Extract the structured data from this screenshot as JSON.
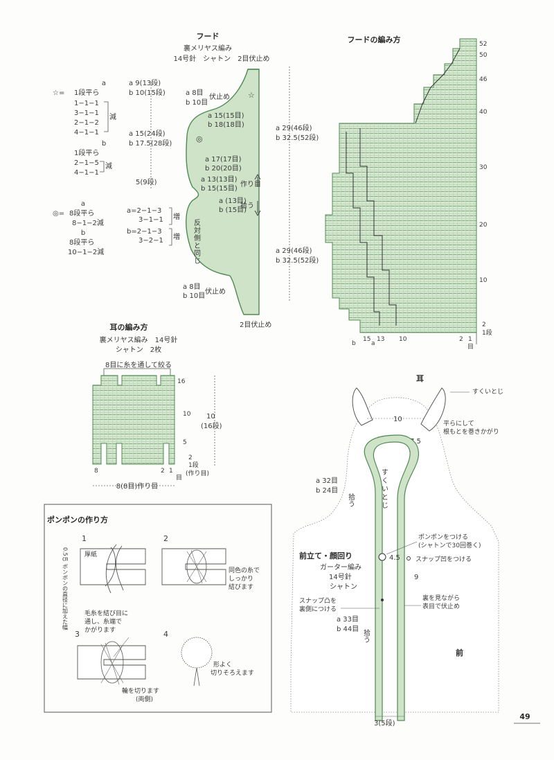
{
  "colors": {
    "green_fill": "#cfe3c9",
    "green_stroke": "#4e8a52",
    "grid_line": "#6e9e6e",
    "text": "#3a3a3a"
  },
  "hood": {
    "title": "フード",
    "spec1": "裏メリヤス編み",
    "spec2": "14号針　シャトン　2目伏止め",
    "star_legend": {
      "mark": "☆=",
      "a_label": "a",
      "a_rows": [
        "1段平ら",
        "1−1−1",
        "3−1−1",
        "2−1−2",
        "4−1−1"
      ],
      "a_dec": "減",
      "b_label": "b",
      "b_rows": [
        "1段平ら",
        "2−1−5",
        "4−1−1"
      ],
      "b_dec": "減"
    },
    "circle_legend": {
      "mark": "◎=",
      "a_label": "a",
      "a_rows": [
        "8段平ら",
        "8−1−2減"
      ],
      "b_label": "b",
      "b_rows": [
        "8段平ら",
        "10−1−2減"
      ]
    },
    "labels": {
      "top_a": "a 9(13段)",
      "top_b": "b 10(15段)",
      "bo_a": "a 8目",
      "bo_b": "b 10目",
      "bo": "伏止め",
      "mid_a": "a 15(24段)",
      "mid_b": "b 17.5(28段)",
      "s15a": "a 15(15目)",
      "s15b": "b 18(18目)",
      "s17a": "a 17(17目)",
      "s17b": "b 20(20目)",
      "five": "5(9段)",
      "s13a": "a 13(13目)",
      "s13b": "b 15(15目)",
      "tsukuri": "作り目",
      "p13a": "a (13目)",
      "p13b": "b (15目)",
      "hirou": "拾う",
      "inc_a1": "a=2−1−3",
      "inc_a2": "3−1−1",
      "inc_b1": "b=2−1−3",
      "inc_b2": "3−2−1",
      "inc": "増",
      "hantai": "反対側と同じ",
      "bot_a": "a 8目",
      "bot_b": "b 10目",
      "bot_bo": "伏止め",
      "bottom": "2目伏止め",
      "right_top_a": "a 29(46段)",
      "right_top_b": "b 32.5(52段)",
      "right_bot_a": "a 29(46段)",
      "right_bot_b": "b 32.5(52段)"
    }
  },
  "hood_chart": {
    "title": "フードの編み方",
    "row_labels": [
      "52",
      "50",
      "46",
      "40",
      "30",
      "20",
      "10",
      "2",
      "1段"
    ],
    "col_labels": [
      "15",
      "13",
      "10",
      "2",
      "1"
    ],
    "col_bottom": [
      "b",
      "a"
    ],
    "col_last": "目"
  },
  "ear": {
    "title": "耳の編み方",
    "spec1": "裏メリヤス編み　14号針",
    "spec2": "シャトン　2枚",
    "top_note": "8目に糸を通して絞る",
    "rows": [
      "16",
      "10",
      "5",
      "2",
      "1段",
      "(作り目)"
    ],
    "cols": [
      "8",
      "2",
      "1",
      "目"
    ],
    "height_a": "10",
    "height_b": "(16段)",
    "width": "8(8目)作り目"
  },
  "pompom": {
    "title": "ポンポンの作り方",
    "steps": [
      "1",
      "2",
      "3",
      "4"
    ],
    "s1_a": "厚紙",
    "s1_b": "0.5㎝ ボンボンの直径に加えた幅",
    "s2": [
      "同色の糸で",
      "しっかり",
      "結びます"
    ],
    "s3_top": [
      "毛糸を結び目に",
      "通し、糸端で",
      "かがります"
    ],
    "s3_bot": [
      "輪を切ります",
      "(両側)"
    ],
    "s4": [
      "形よく",
      "切りそろえます"
    ]
  },
  "assembly": {
    "ear_label": "耳",
    "sukui": "すくいとじ",
    "hira": [
      "平らにして",
      "根もとを巻きかがり"
    ],
    "ten": "10",
    "seven": "7.5",
    "a32": "a 32目",
    "b24": "b 24目",
    "hirou1": "拾う",
    "sukui2": "すくいとじ",
    "maedate": "前立て・顔回り",
    "garter": "ガーター編み",
    "needle": "14号針",
    "yarn": "シャトン",
    "pompom1": "ポンポンをつける",
    "pompom2": "(シャトンで30回巻く)",
    "snap_con": "スナップ凹をつける",
    "snap_con_label": "4.5",
    "nine": "9",
    "ura": [
      "裏を見ながら",
      "表目で伏止め"
    ],
    "snap_vex": [
      "スナップ凸を",
      "裏側につける"
    ],
    "a33": "a 33目",
    "b44": "b 44目",
    "hirou2": "拾う",
    "front": "前",
    "three": "3(5段)"
  },
  "page_number": "49"
}
